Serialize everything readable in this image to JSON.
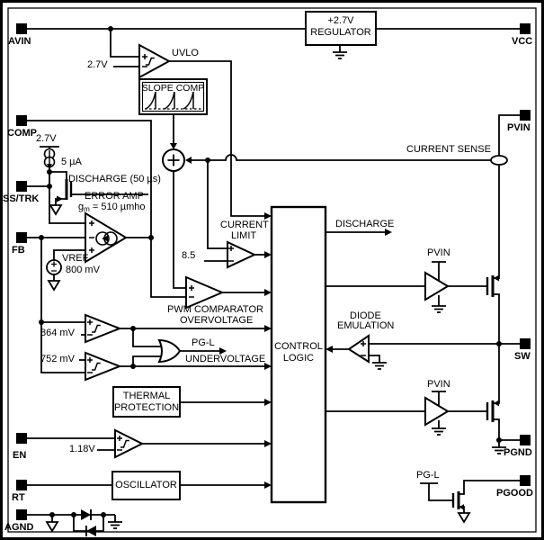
{
  "pins": {
    "avin": "AVIN",
    "comp": "COMP",
    "ss_trk": "SS/TRK",
    "fb": "FB",
    "en": "EN",
    "rt": "RT",
    "agnd": "AGND",
    "vcc": "VCC",
    "pvin": "PVIN",
    "sw": "SW",
    "pgnd": "PGND",
    "pgood": "PGOOD"
  },
  "blocks": {
    "regulator_l1": "+2.7V",
    "regulator_l2": "REGULATOR",
    "slope_comp": "SLOPE COMP",
    "control_l1": "CONTROL",
    "control_l2": "LOGIC",
    "thermal_l1": "THERMAL",
    "thermal_l2": "PROTECTION",
    "oscillator": "OSCILLATOR"
  },
  "labels": {
    "uvlo": "UVLO",
    "uvlo_ref": "2.7V",
    "ss_rail": "2.7V",
    "ss_current": "5 µA",
    "ss_discharge": "DISCHARGE (50 µs)",
    "error_amp": "ERROR AMP",
    "gm_g": "g",
    "gm_sub": "m",
    "gm_rest": " = 510 µmho",
    "vref": "VREF",
    "vref_val": "800 mV",
    "current_limit_l1": "CURRENT",
    "current_limit_l2": "LIMIT",
    "cl_ref": "8.5",
    "pwm": "PWM COMPARATOR",
    "overvoltage": "OVERVOLTAGE",
    "ov_ref": "864 mV",
    "undervoltage": "UNDERVOLTAGE",
    "uv_ref": "752 mV",
    "pg_l": "PG-L",
    "pg_l_gate": "PG-L",
    "en_ref": "1.18V",
    "discharge": "DISCHARGE",
    "current_sense": "CURRENT SENSE",
    "diode_l1": "DIODE",
    "diode_l2": "EMULATION",
    "pvin_hs": "PVIN",
    "pvin_ls": "PVIN"
  },
  "colors": {
    "ink": "#000000",
    "paper": "#ffffff"
  }
}
